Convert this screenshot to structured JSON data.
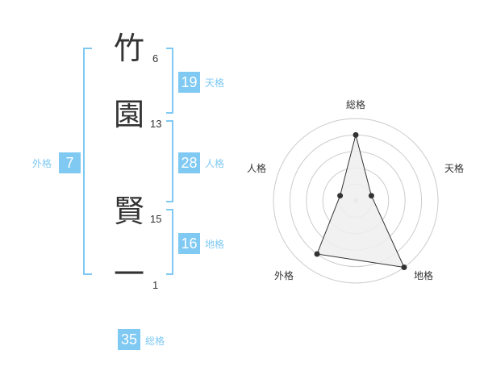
{
  "characters": [
    {
      "char": "竹",
      "strokes": "6"
    },
    {
      "char": "園",
      "strokes": "13"
    },
    {
      "char": "賢",
      "strokes": "15"
    },
    {
      "char": "一",
      "strokes": "1"
    }
  ],
  "kaku": {
    "tenkaku": {
      "value": "19",
      "label": "天格"
    },
    "jinkaku": {
      "value": "28",
      "label": "人格"
    },
    "chikaku": {
      "value": "16",
      "label": "地格"
    },
    "gaikaku": {
      "value": "7",
      "label": "外格"
    },
    "soukaku": {
      "value": "35",
      "label": "総格"
    }
  },
  "chart_data": {
    "type": "radar",
    "axes": [
      "総格",
      "天格",
      "地格",
      "外格",
      "人格"
    ],
    "values": [
      4,
      1,
      5,
      4,
      1
    ],
    "rmax": 5,
    "rings": 5,
    "colors": {
      "accent": "#7fc9f3",
      "polygon_fill": "#efefef",
      "polygon_stroke": "#333333",
      "grid": "#cccccc"
    }
  }
}
